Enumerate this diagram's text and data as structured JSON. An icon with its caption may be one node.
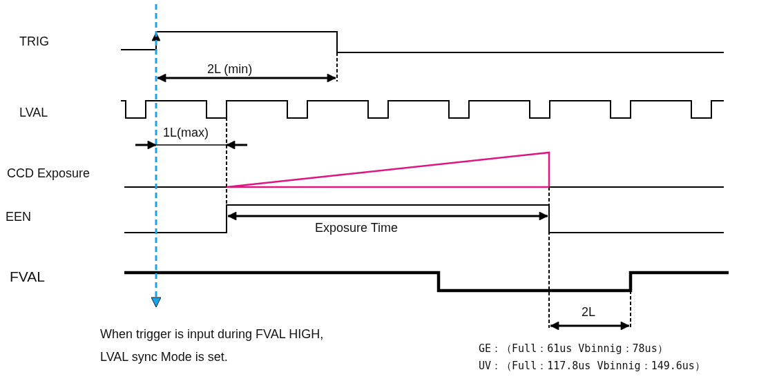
{
  "diagram": {
    "labels": [
      "TRIG",
      "2L (min)",
      "LVAL",
      "1L(max)",
      "CCD Exposure",
      "EEN",
      "Exposure Time",
      "FVAL",
      "2L",
      "When trigger is input during FVAL HIGH, LVAL sync Mode is set.",
      "GE：（Full：61us Vbinnig：78us）",
      "UV：（Full：117.8us Vbinnig：149.6us）"
    ]
  }
}
